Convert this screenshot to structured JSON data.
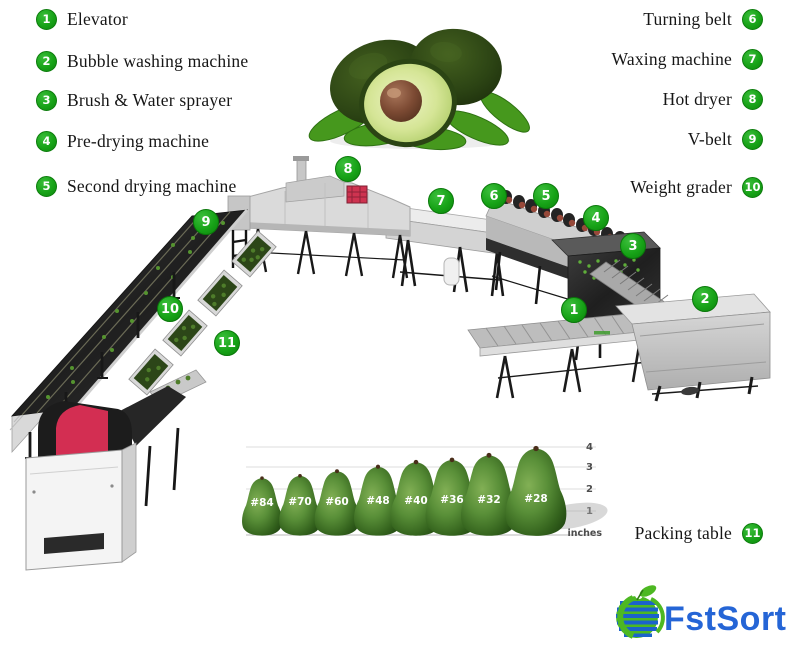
{
  "legend_left": {
    "items": [
      {
        "number": "1",
        "label": "Elevator"
      },
      {
        "number": "2",
        "label": "Bubble washing machine"
      },
      {
        "number": "3",
        "label": "Brush & Water sprayer"
      },
      {
        "number": "4",
        "label": "Pre-drying machine"
      },
      {
        "number": "5",
        "label": "Second drying machine"
      }
    ]
  },
  "legend_right": {
    "items": [
      {
        "number": "6",
        "label": "Turning belt"
      },
      {
        "number": "7",
        "label": "Waxing machine"
      },
      {
        "number": "8",
        "label": "Hot dryer"
      },
      {
        "number": "9",
        "label": "V-belt"
      },
      {
        "number": "10",
        "label": "Weight grader"
      }
    ]
  },
  "packing_item": {
    "number": "11",
    "label": "Packing table"
  },
  "diagram": {
    "badges": [
      "1",
      "2",
      "3",
      "4",
      "5",
      "6",
      "7",
      "8",
      "9",
      "10",
      "11"
    ]
  },
  "chart_data": {
    "type": "bar",
    "title": "",
    "categories": [
      "#84",
      "#70",
      "#60",
      "#48",
      "#40",
      "#36",
      "#32",
      "#28"
    ],
    "values": [
      2.5,
      2.6,
      2.8,
      3.0,
      3.2,
      3.3,
      3.5,
      3.8
    ],
    "xlabel": "",
    "ylabel": "inches",
    "yticks": [
      "4",
      "3",
      "2",
      "1"
    ],
    "ylim": [
      0,
      4
    ],
    "grid": true,
    "legend_position": "none"
  },
  "logo": {
    "text": "FstSort"
  },
  "colors": {
    "badge_green": "#17a317",
    "hood_red": "#d32e52",
    "logo_blue": "#2565d6",
    "logo_green": "#4db822",
    "avocado_dark": "#2f4a18",
    "machine_gray": "#d8d8d8"
  }
}
